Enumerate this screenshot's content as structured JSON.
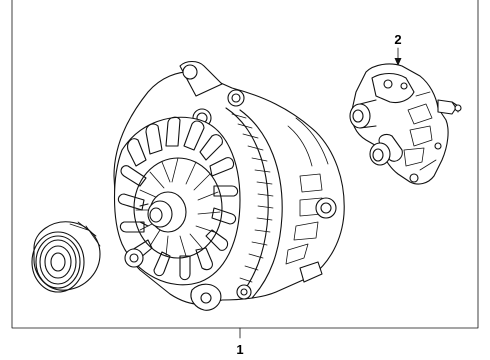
{
  "diagram": {
    "callouts": [
      {
        "id": "1",
        "label": "1"
      },
      {
        "id": "2",
        "label": "2"
      }
    ],
    "parts": [
      {
        "callout": "1",
        "name": "alternator-assembly-icon"
      },
      {
        "callout": "2",
        "name": "voltage-regulator-icon"
      },
      {
        "name": "pulley-icon"
      }
    ]
  }
}
